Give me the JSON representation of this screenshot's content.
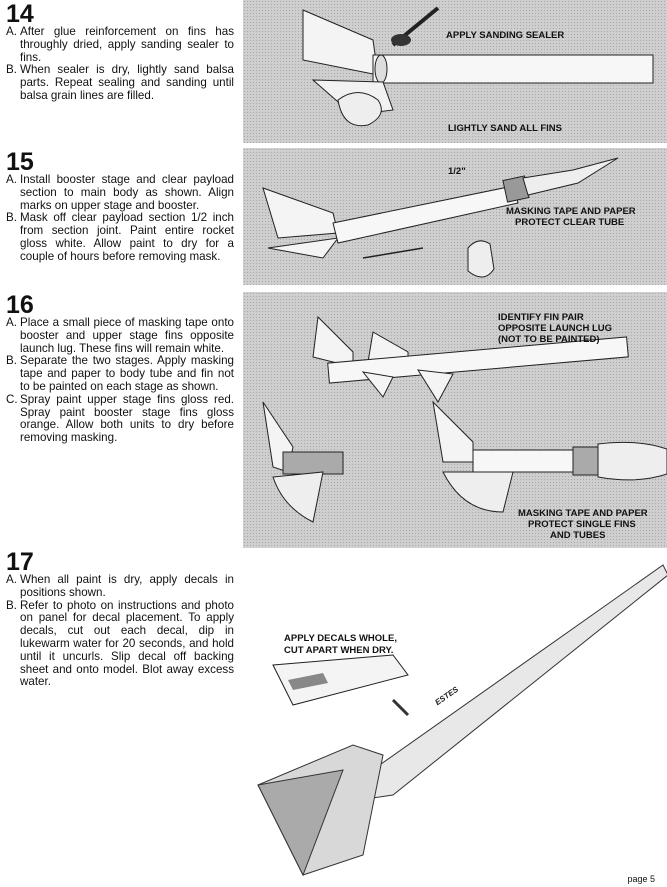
{
  "steps": [
    {
      "number": "14",
      "items": [
        {
          "letter": "A.",
          "text": "After glue reinforcement on fins has throughly dried, apply sanding sealer to fins."
        },
        {
          "letter": "B.",
          "text": "When sealer is dry, lightly sand balsa parts. Repeat sealing and sanding until balsa grain lines are filled."
        }
      ]
    },
    {
      "number": "15",
      "items": [
        {
          "letter": "A.",
          "text": "Install booster stage and clear payload section to main body as shown. Align marks on upper stage and booster."
        },
        {
          "letter": "B.",
          "text": "Mask off clear payload section 1/2 inch from section joint. Paint entire rocket gloss white. Allow paint to dry for a couple of hours before removing mask."
        }
      ]
    },
    {
      "number": "16",
      "items": [
        {
          "letter": "A.",
          "text": "Place a small piece of masking tape onto booster and upper stage fins opposite launch lug. These fins will remain white."
        },
        {
          "letter": "B.",
          "text": "Separate the two stages. Apply masking tape and paper to body tube and fin not to be painted on each stage as shown."
        },
        {
          "letter": "C.",
          "text": "Spray paint upper stage fins gloss red. Spray paint booster stage fins gloss orange. Allow both units to dry before removing masking."
        }
      ]
    },
    {
      "number": "17",
      "items": [
        {
          "letter": "A.",
          "text": "When all paint is dry, apply decals in positions shown."
        },
        {
          "letter": "B.",
          "text": "Refer to photo on instructions and photo on panel for decal placement. To apply decals, cut out each decal, dip in lukewarm water for 20 seconds, and hold until it uncurls. Slip decal off backing sheet and onto model. Blot away excess water."
        }
      ]
    }
  ],
  "illustrations": {
    "p14": {
      "label_top": "APPLY SANDING SEALER",
      "label_bottom": "LIGHTLY SAND ALL FINS"
    },
    "p15": {
      "dimension": "1/2\"",
      "label_1": "MASKING TAPE AND PAPER",
      "label_2": "PROTECT CLEAR TUBE"
    },
    "p16": {
      "label_top_1": "IDENTIFY FIN PAIR",
      "label_top_2": "OPPOSITE LAUNCH LUG",
      "label_top_3": "(NOT TO BE PAINTED)",
      "label_bottom_1": "MASKING TAPE AND PAPER",
      "label_bottom_2": "PROTECT SINGLE FINS",
      "label_bottom_3": "AND TUBES"
    },
    "p17": {
      "label_1": "APPLY DECALS WHOLE,",
      "label_2": "CUT APART WHEN DRY.",
      "decal_text": "ESTES"
    }
  },
  "footer": {
    "page": "page 5"
  }
}
